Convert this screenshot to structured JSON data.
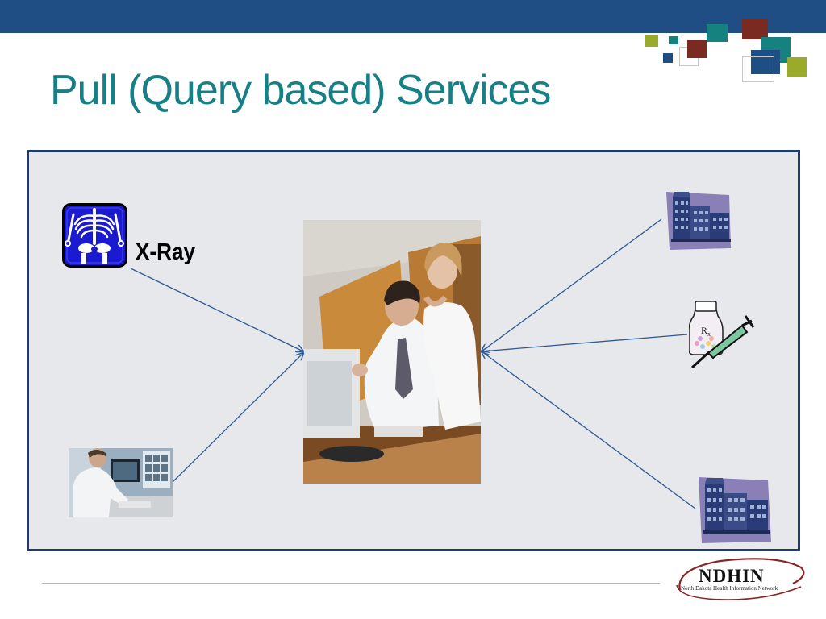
{
  "slide": {
    "title": "Pull (Query based) Services"
  },
  "sources": {
    "xray_label": "X-Ray"
  },
  "logo": {
    "name": "NDHIN",
    "tagline": "North Dakota Health Information Network"
  },
  "colors": {
    "top_bar": "#1f4e85",
    "title": "#177f86",
    "panel_background": "#e7e8ec",
    "panel_border": "#1e3d6e",
    "connector": "#2f5a93",
    "footer_rule": "#b5cc4e",
    "logo_swoosh": "#8b2323"
  },
  "icons": [
    "xray-icon",
    "doctors-at-workstation-photo",
    "radiologist-photo",
    "hospital-building-icon",
    "pharmacy-rx-icon",
    "logo-swoosh"
  ]
}
